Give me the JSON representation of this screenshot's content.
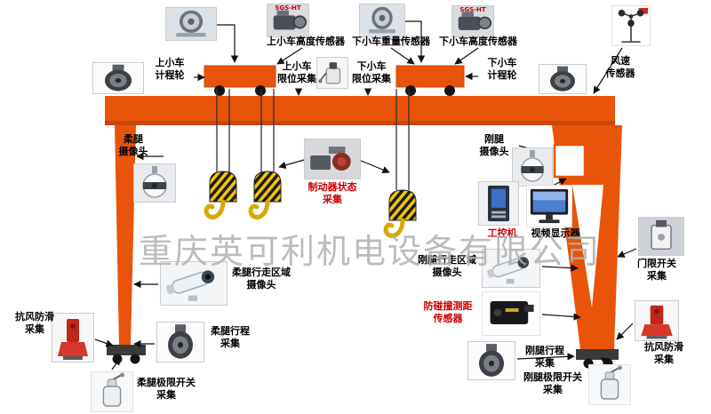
{
  "watermark": "重庆英可利机电设备有限公司",
  "colors": {
    "crane_orange": "#e8540a",
    "crane_orange_dark": "#c8480a",
    "hook_yellow": "#f2c500",
    "label_red": "#cc0000",
    "label_black": "#000000",
    "watermark_gray": "#b0b0b0"
  },
  "labels": {
    "upper_trolley_height_sensor": "上小车高度传感器",
    "lower_trolley_weight_sensor": "下小车重量传感器",
    "lower_trolley_height_sensor": "下小车高度传感器",
    "upper_trolley_odometer_wheel": "上小车\n计程轮",
    "upper_trolley_limit_collect": "上小车\n限位采集",
    "lower_trolley_limit_collect": "下小车\n限位采集",
    "lower_trolley_odometer_wheel": "下小车\n计程轮",
    "wind_speed_sensor": "风速\n传感器",
    "flexible_leg_camera": "柔腿\n摄像头",
    "rigid_leg_camera": "刚腿\n摄像头",
    "brake_status_collect": "制动器状态\n采集",
    "industrial_computer": "工控机",
    "video_display": "视频显示器",
    "door_limit_switch_collect": "门限开关\n采集",
    "flexible_leg_area_camera": "柔腿行走区域\n摄像头",
    "rigid_leg_area_camera": "刚腿行走区域\n摄像头",
    "anti_collision_ranging_sensor": "防碰撞测距\n传感器",
    "anti_wind_skid_collect_left": "抗风防滑\n采集",
    "flexible_leg_travel_collect": "柔腿行程\n采集",
    "rigid_leg_travel_collect": "刚腿行程\n采集",
    "anti_wind_skid_collect_right": "抗风防滑\n采集",
    "flexible_leg_limit_switch_collect": "柔腿极限开关\n采集",
    "rigid_leg_limit_switch_collect": "刚腿极限开关\n采集"
  },
  "photo_captions": {
    "height_sensor_model_1": "SGS-HT",
    "height_sensor_model_2": "SGS-HT"
  }
}
